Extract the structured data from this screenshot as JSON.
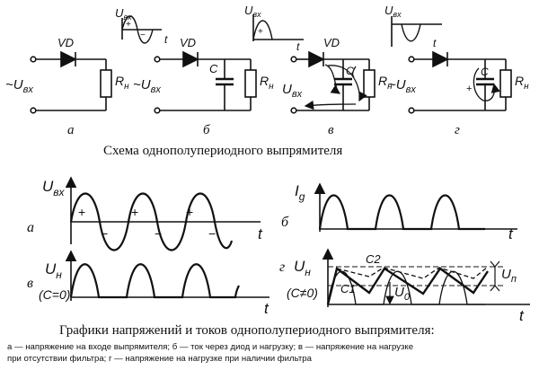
{
  "circuits": {
    "vd": "VD",
    "r_main": "R",
    "r_sub": "н",
    "c": "C",
    "u_in_prefix": "~",
    "u_main": "U",
    "u_sub": "вх",
    "letters": [
      "а",
      "б",
      "в",
      "г"
    ],
    "inset_t": "t"
  },
  "circuits_title": "Схема однополупериодного выпрямителя",
  "graphs": {
    "letters": [
      "а",
      "б",
      "в",
      "г"
    ],
    "t": "t",
    "u_main": "U",
    "u_vx_sub": "вх",
    "u_n_sub": "н",
    "i_main": "I",
    "i_sub": "g",
    "c0": "(C=0)",
    "cne0": "(C≠0)",
    "c1": "C1",
    "c2": "C2",
    "u0_main": "U",
    "u0_sub": "0",
    "up_main": "U",
    "up_sub": "п",
    "plus": "+",
    "minus": "−"
  },
  "graphs_title": "Графики напряжений и токов однополупериодного выпрямителя:",
  "caption": {
    "line1": "а — напряжение на входе выпрямителя; б — ток через диод и нагрузку; в — напряжение на нагрузке",
    "line2": "при отсутствии фильтра; г — напряжение на нагрузке при наличии фильтра"
  },
  "colors": {
    "ink": "#111111",
    "background": "#ffffff"
  }
}
